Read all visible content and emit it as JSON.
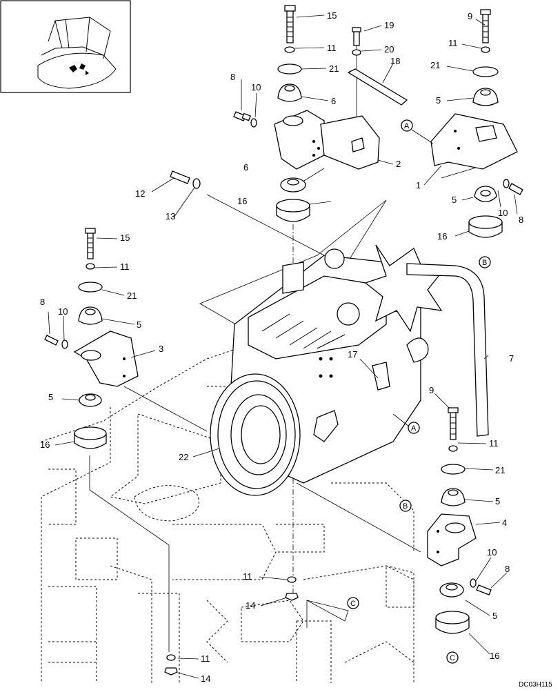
{
  "diagram": {
    "drawing_code": "DC03H115",
    "callouts": [
      {
        "id": "c-15a",
        "text": "15"
      },
      {
        "id": "c-11a",
        "text": "11"
      },
      {
        "id": "c-21a",
        "text": "21"
      },
      {
        "id": "c-6a",
        "text": "6"
      },
      {
        "id": "c-8a",
        "text": "8"
      },
      {
        "id": "c-10a",
        "text": "10"
      },
      {
        "id": "c-19",
        "text": "19"
      },
      {
        "id": "c-20",
        "text": "20"
      },
      {
        "id": "c-18",
        "text": "18"
      },
      {
        "id": "c-2",
        "text": "2"
      },
      {
        "id": "c-6b",
        "text": "6"
      },
      {
        "id": "c-16a",
        "text": "16"
      },
      {
        "id": "c-12",
        "text": "12"
      },
      {
        "id": "c-13",
        "text": "13"
      },
      {
        "id": "c-9a",
        "text": "9"
      },
      {
        "id": "c-11b",
        "text": "11"
      },
      {
        "id": "c-21b",
        "text": "21"
      },
      {
        "id": "c-5a",
        "text": "5"
      },
      {
        "id": "c-1",
        "text": "1"
      },
      {
        "id": "c-5b",
        "text": "5"
      },
      {
        "id": "c-10b",
        "text": "10"
      },
      {
        "id": "c-8b",
        "text": "8"
      },
      {
        "id": "c-16b",
        "text": "16"
      },
      {
        "id": "c-15b",
        "text": "15"
      },
      {
        "id": "c-11c",
        "text": "11"
      },
      {
        "id": "c-21c",
        "text": "21"
      },
      {
        "id": "c-8c",
        "text": "8"
      },
      {
        "id": "c-10c",
        "text": "10"
      },
      {
        "id": "c-5c",
        "text": "5"
      },
      {
        "id": "c-3",
        "text": "3"
      },
      {
        "id": "c-5d",
        "text": "5"
      },
      {
        "id": "c-16c",
        "text": "16"
      },
      {
        "id": "c-22",
        "text": "22"
      },
      {
        "id": "c-17",
        "text": "17"
      },
      {
        "id": "c-7",
        "text": "7"
      },
      {
        "id": "c-9b",
        "text": "9"
      },
      {
        "id": "c-11d",
        "text": "11"
      },
      {
        "id": "c-21d",
        "text": "21"
      },
      {
        "id": "c-5e",
        "text": "5"
      },
      {
        "id": "c-4",
        "text": "4"
      },
      {
        "id": "c-10d",
        "text": "10"
      },
      {
        "id": "c-8d",
        "text": "8"
      },
      {
        "id": "c-5f",
        "text": "5"
      },
      {
        "id": "c-16d",
        "text": "16"
      },
      {
        "id": "c-11e",
        "text": "11"
      },
      {
        "id": "c-14a",
        "text": "14"
      },
      {
        "id": "c-11f",
        "text": "11"
      },
      {
        "id": "c-14b",
        "text": "14"
      }
    ],
    "refs": {
      "A": "A",
      "B": "B",
      "C": "C"
    }
  }
}
